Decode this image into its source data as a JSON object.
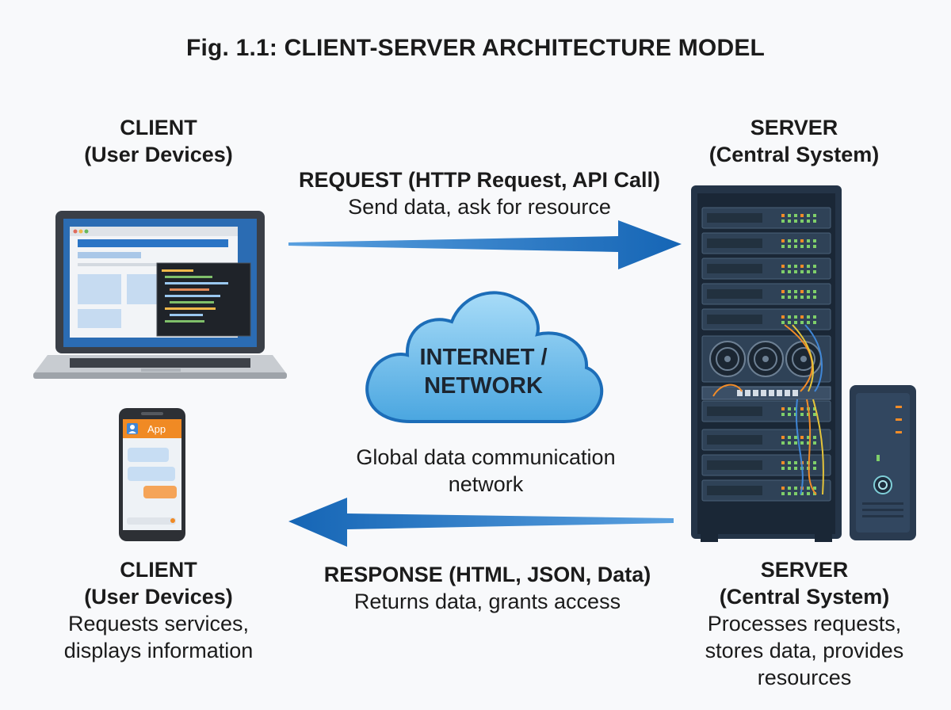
{
  "title": "Fig. 1.1: CLIENT-SERVER ARCHITECTURE MODEL",
  "client_top": {
    "line1": "CLIENT",
    "line2": "(User Devices)"
  },
  "server_top": {
    "line1": "SERVER",
    "line2": "(Central System)"
  },
  "request": {
    "label": "REQUEST (HTTP Request, API Call)",
    "sub": "Send data, ask for resource"
  },
  "response": {
    "label": "RESPONSE (HTML, JSON, Data)",
    "sub": "Returns data, grants access"
  },
  "network": {
    "label_line1": "INTERNET /",
    "label_line2": "NETWORK",
    "desc_line1": "Global data communication",
    "desc_line2": "network"
  },
  "client_bottom": {
    "line1": "CLIENT",
    "line2": "(User Devices)",
    "desc_line1": "Requests services,",
    "desc_line2": "displays information"
  },
  "server_bottom": {
    "line1": "SERVER",
    "line2": "(Central System)",
    "desc_line1": "Processes requests,",
    "desc_line2": "stores data, provides",
    "desc_line3": "resources"
  },
  "phone": {
    "app_label": "App"
  },
  "colors": {
    "arrow": "#1565b5",
    "cloud": "#7cc3ee",
    "rack": "#2c3e55",
    "accent_orange": "#f28c28"
  },
  "icons": [
    "laptop-icon",
    "smartphone-icon",
    "cloud-icon",
    "server-rack-icon",
    "desktop-tower-icon",
    "request-arrow",
    "response-arrow"
  ]
}
